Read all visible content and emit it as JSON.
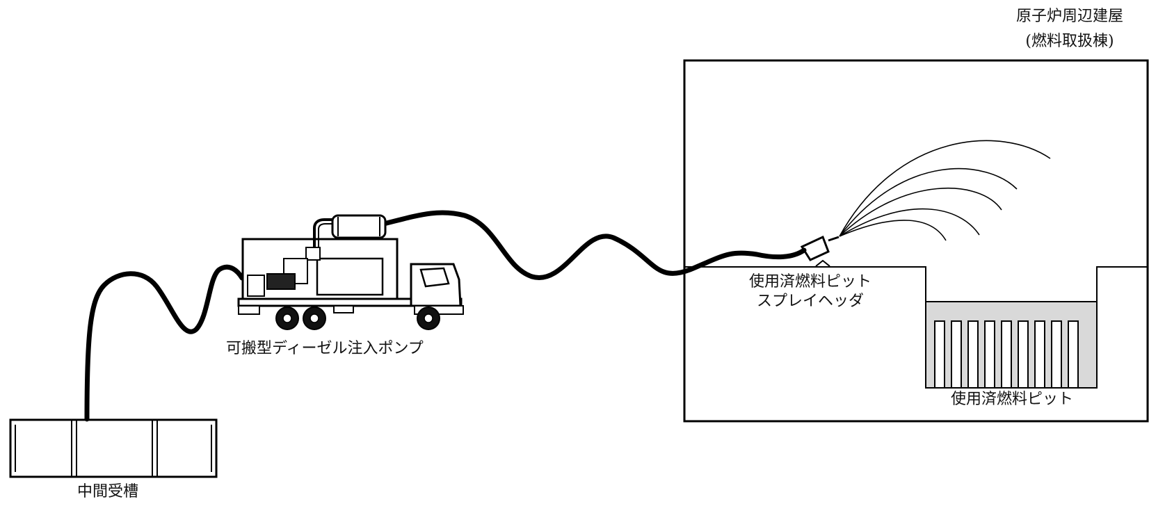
{
  "labels": {
    "building_line1": "原子炉周辺建屋",
    "building_line2": "(燃料取扱棟)",
    "pump": "可搬型ディーゼル注入ポンプ",
    "spray_header_line1": "使用済燃料ピット",
    "spray_header_line2": "スプレイヘッダ",
    "spent_fuel_pit": "使用済燃料ピット",
    "tank": "中間受槽"
  },
  "colors": {
    "line": "#000000",
    "pit_fill": "#d9d9d9",
    "background": "#ffffff"
  }
}
